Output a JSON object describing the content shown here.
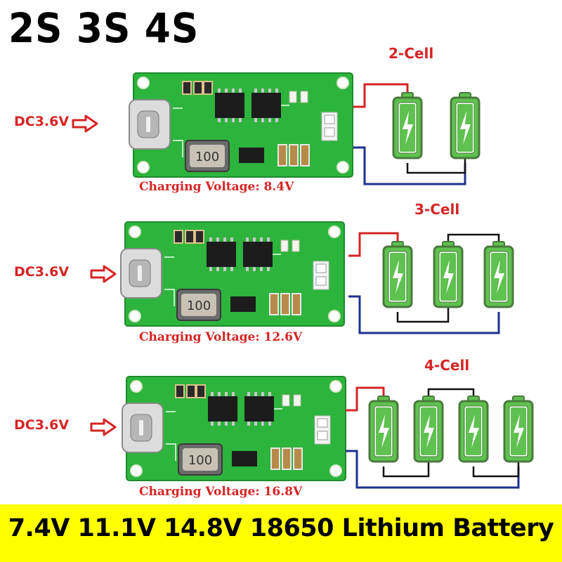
{
  "headline": "2S 3S 4S",
  "footer": "7.4V 11.1V 14.8V 18650 Lithium Battery",
  "colors": {
    "pcb": "#2db43c",
    "battery_fill": "#5fc14f",
    "battery_outline": "#4a7a3d",
    "wire_red": "#d62424",
    "wire_blue": "#1f2f8f",
    "label_red": "#d62424",
    "footer_band": "#ffff00"
  },
  "icons": {
    "arrow": "right-arrow-outline-icon",
    "battery": "battery-charging-icon"
  },
  "panels": [
    {
      "input_label": "DC3.6V",
      "cell_label": "2-Cell",
      "charging_label": "Charging Voltage: 8.4V",
      "cells": 2,
      "inductor_value": "100"
    },
    {
      "input_label": "DC3.6V",
      "cell_label": "3-Cell",
      "charging_label": "Charging Voltage: 12.6V",
      "cells": 3,
      "inductor_value": "100"
    },
    {
      "input_label": "DC3.6V",
      "cell_label": "4-Cell",
      "charging_label": "Charging Voltage: 16.8V",
      "cells": 4,
      "inductor_value": "100"
    }
  ]
}
